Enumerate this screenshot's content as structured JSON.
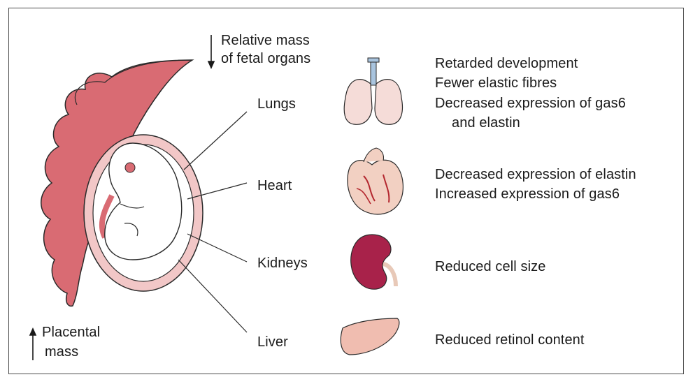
{
  "header": {
    "relative_mass_line1": "Relative mass",
    "relative_mass_line2": "of fetal organs"
  },
  "placental": {
    "line1": "Placental",
    "line2": "mass"
  },
  "organs": [
    {
      "name": "Lungs",
      "icon": "lungs-icon",
      "effects": [
        "Retarded development",
        "Fewer elastic fibres",
        "Decreased expression of gas6",
        "and elastin"
      ]
    },
    {
      "name": "Heart",
      "icon": "heart-icon",
      "effects": [
        "Decreased expression of elastin",
        "Increased expression of gas6"
      ]
    },
    {
      "name": "Kidneys",
      "icon": "kidney-icon",
      "effects": [
        "Reduced cell size"
      ]
    },
    {
      "name": "Liver",
      "icon": "liver-icon",
      "effects": [
        "Reduced retinol content"
      ]
    }
  ],
  "colors": {
    "placenta": "#d96b73",
    "uterus_wall": "#f2c7c7",
    "organ_pink": "#f3d3cf",
    "heart_vessel": "#b3262e",
    "kidney": "#a8224a",
    "outline": "#2a2a2a"
  }
}
